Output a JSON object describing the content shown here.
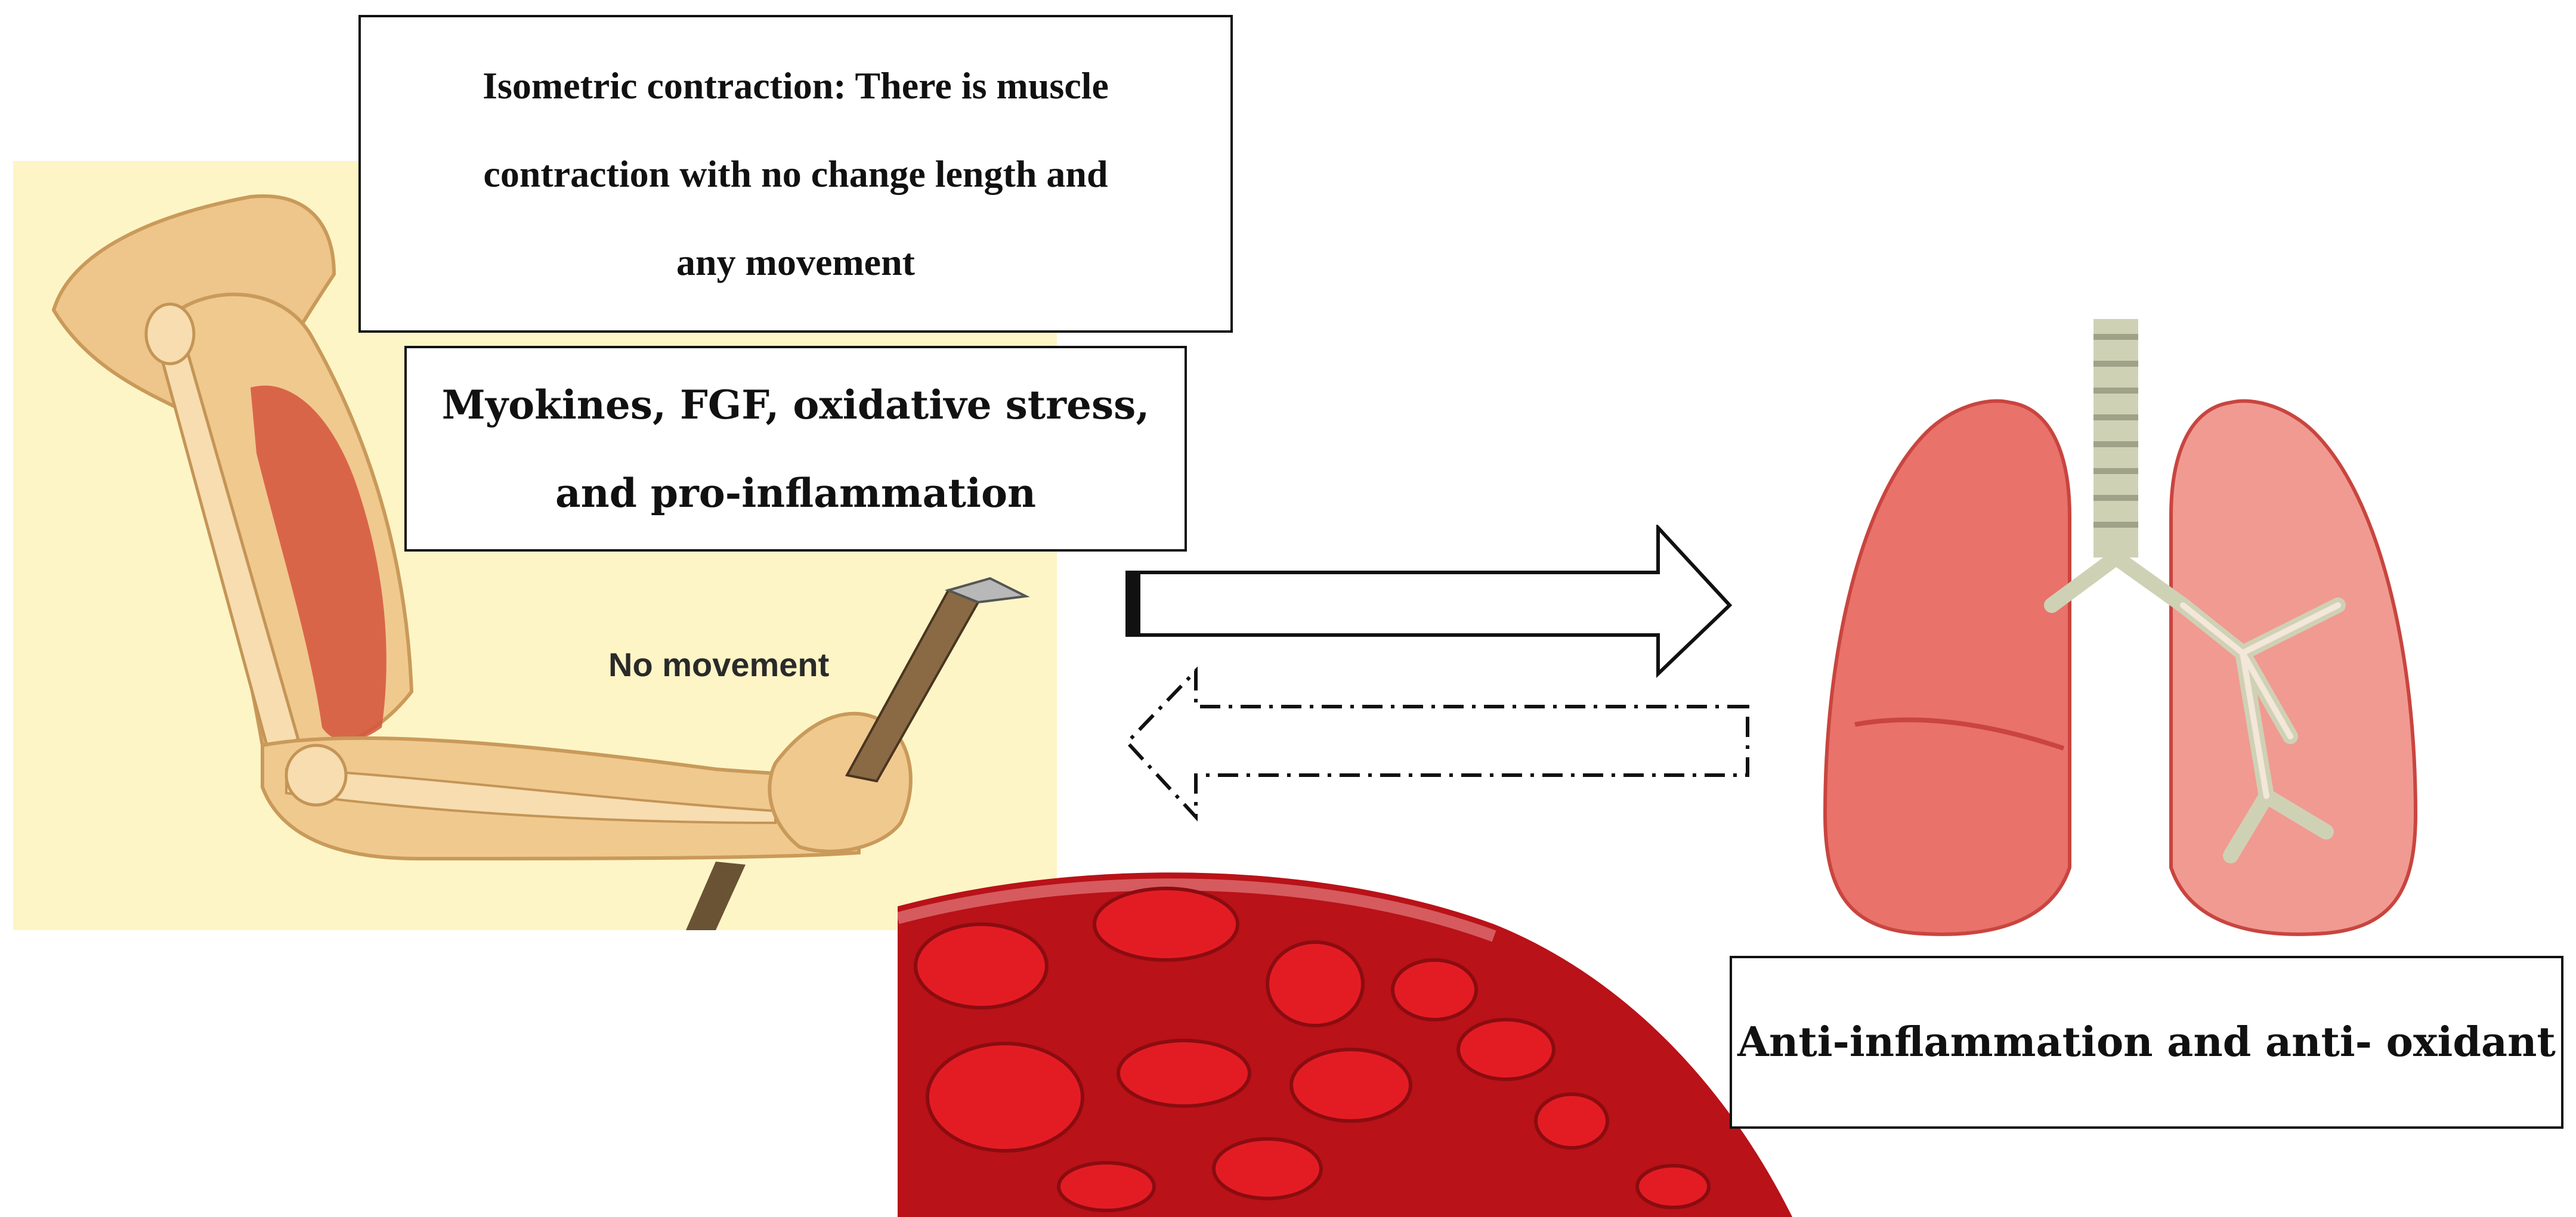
{
  "boxes": {
    "isometric": "Isometric contraction: There is muscle\ncontraction with no change length  and\nany movement",
    "myokines": "Myokines, FGF, oxidative stress,\nand pro-inflammation",
    "anti": "Anti-inflammation and anti- oxidant"
  },
  "arm_label": "No movement",
  "icons": [
    "arm-illustration",
    "lungs-illustration",
    "blood-cells-illustration",
    "right-arrow",
    "left-dashed-arrow"
  ],
  "colors": {
    "arm_background": "#fdf5c6",
    "skin": "#e9bd79",
    "muscle": "#d5543d",
    "lung": "#e9726b",
    "lung_dark": "#c9453f",
    "trachea": "#cfd1b4",
    "blood": "#c8151c",
    "text_border": "#111111"
  }
}
